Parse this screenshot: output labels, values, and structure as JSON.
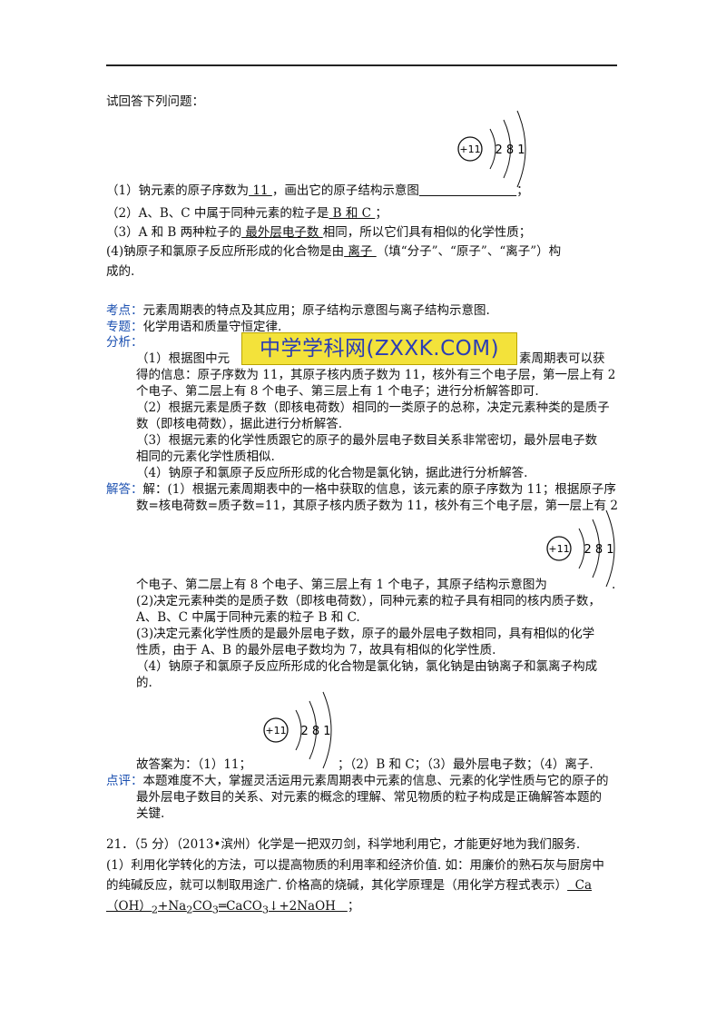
{
  "intro": "试回答下列问题：",
  "atom_diagram": {
    "nucleus": "+11",
    "shells": "2 8 1"
  },
  "q1": {
    "pre": "（1）钠元素的原子序数为",
    "blank1": "  11  ",
    "mid": "，画出它的原子结构示意图",
    "blank2": "                         ",
    "end": "；"
  },
  "q2": {
    "pre": "（2）A、B、C 中属于同种元素的粒子是",
    "blank": "  B 和 C  ",
    "end": "；"
  },
  "q3": {
    "pre": "（3）A 和 B 两种粒子的",
    "blank": "  最外层电子数  ",
    "end": "相同，所以它们具有相似的化学性质；"
  },
  "q4": {
    "pre": "(4)钠原子和氯原子反应所形成的化合物是由",
    "blank": "  离子  ",
    "end": "（填“分子”、“原子”、“离子”）构",
    "line2": "成的."
  },
  "kaodian": {
    "label": "考点：",
    "text": "元素周期表的特点及其应用；原子结构示意图与离子结构示意图."
  },
  "zhuanti": {
    "label": "专题：",
    "text": "化学用语和质量守恒定律."
  },
  "fenxi": {
    "label": "分析：",
    "lines": [
      "（1）根据图中元",
      "素周期表可以获",
      "得的信息：原子序数为 11，其原子核内质子数为 11，核外有三个电子层，第一层上有 2",
      "个电子、第二层上有 8 个电子、第三层上有 1 个电子；进行分析解答即可.",
      "（2）根据元素是质子数（即核电荷数）相同的一类原子的总称，决定元素种类的是质子",
      "数（即核电荷数），据此进行分析解答.",
      "（3）根据元素的化学性质跟它的原子的最外层电子数目关系非常密切，最外层电子数",
      "相同的元素化学性质相似.",
      "（4）钠原子和氯原子反应所形成的化合物是氯化钠，据此进行分析解答."
    ]
  },
  "watermark": "中学学科网(ZXXK.COM)",
  "jieda": {
    "label": "解答：",
    "lines": [
      "解：(1）根据元素周期表中的一格中获取的信息，该元素的原子序数为 11；根据原子序",
      "数=核电荷数=质子数=11，其原子核内质子数为 11，核外有三个电子层，第一层上有 2",
      "个电子、第二层上有 8 个电子、第三层上有 1 个电子，其原子结构示意图为",
      ".",
      "(2)决定元素种类的是质子数（即核电荷数），同种元素的粒子具有相同的核内质子数，",
      "A、B、C 中属于同种元素的粒子 B 和 C.",
      "(3)决定元素化学性质的是最外层电子数，原子的最外层电子数相同，具有相似的化学",
      "性质，由于 A、B 的最外层电子数均为 7，故具有相似的化学性质.",
      "（4）钠原子和氯原子反应所形成的化合物是氯化钠，氯化钠是由钠离子和氯离子构成",
      "的."
    ]
  },
  "answer": {
    "pre": "故答案为：（1）11；",
    "post": "；（2）B 和 C；（3）最外层电子数；（4）离子."
  },
  "dianping": {
    "label": "点评：",
    "lines": [
      "本题难度不大，掌握灵活运用元素周期表中元素的信息、元素的化学性质与它的原子的",
      "最外层电子数目的关系、对元素的概念的理解、常见物质的粒子构成是正确解答本题的",
      "关键."
    ]
  },
  "q21": {
    "head": "21．（5 分）（2013•滨州）化学是一把双刃剑，科学地利用它，才能更好地为我们服务.",
    "l1": "(1）利用化学转化的方法，可以提高物质的利用率和经济价值. 如：用廉价的熟石灰与厨房中",
    "l2": "的纯碱反应，就可以制取用途广. 价格高的烧碱，其化学原理是（用化学方程式表示）",
    "l2_blank": "  Ca",
    "l3_blank_a": "（OH）",
    "l3_sub1": "2",
    "l3_blank_b": "+Na",
    "l3_sub2": "2",
    "l3_blank_c": "CO",
    "l3_sub3": "3",
    "l3_blank_d": "═CaCO",
    "l3_sub4": "3",
    "l3_blank_e": "↓+2NaOH   ",
    "l3_end": "；"
  }
}
